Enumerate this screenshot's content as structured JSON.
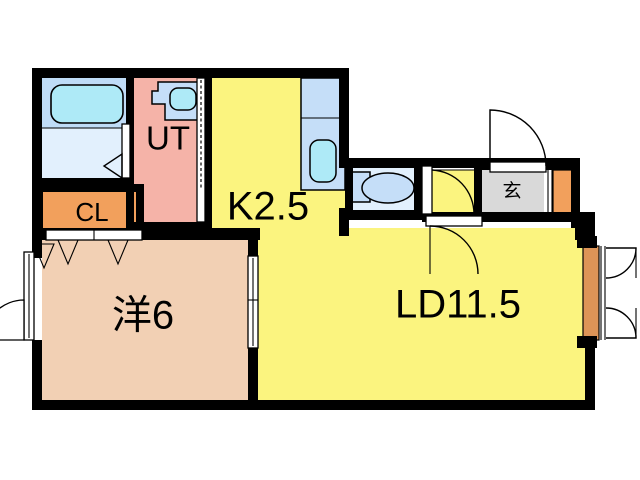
{
  "plan": {
    "title": "Apartment Floor Plan",
    "background": "#ffffff",
    "wall_color": "#000000"
  },
  "rooms": [
    {
      "key": "bath",
      "label": "",
      "name": "bathroom",
      "fill": "#e2f0fd"
    },
    {
      "key": "ut",
      "label": "UT",
      "name": "utility-washroom",
      "fill": "#f5b3a8"
    },
    {
      "key": "kitchen",
      "label": "K2.5",
      "name": "kitchen",
      "fill": "#fbf47f"
    },
    {
      "key": "closet",
      "label": "CL",
      "name": "closet",
      "fill": "#f2a05c"
    },
    {
      "key": "western",
      "label": "洋6",
      "name": "western-room",
      "fill": "#f2d0b4"
    },
    {
      "key": "living",
      "label": "LD11.5",
      "name": "living-dining",
      "fill": "#fbf47f"
    },
    {
      "key": "genkan",
      "label": "玄",
      "name": "entrance-hall",
      "fill": "#d9d9d9"
    },
    {
      "key": "wc",
      "label": "",
      "name": "toilet-room",
      "fill": "#e2f0fd"
    }
  ],
  "labels": {
    "ut": "UT",
    "kitchen": "K2.5",
    "closet": "CL",
    "western": "洋6",
    "living": "LD11.5",
    "genkan": "玄"
  },
  "fixtures": [
    {
      "name": "bathtub",
      "room": "bathroom"
    },
    {
      "name": "washbasin",
      "room": "utility-washroom"
    },
    {
      "name": "kitchen-sink",
      "room": "kitchen"
    },
    {
      "name": "toilet",
      "room": "toilet-room"
    },
    {
      "name": "shoe-cabinet",
      "room": "entrance-hall"
    },
    {
      "name": "balcony-window",
      "room": "living-dining"
    }
  ],
  "colors": {
    "wall": "#000000",
    "bath": "#e2f0fd",
    "tub": "#aeeaf7",
    "utility": "#f5b3a8",
    "kitchen": "#fbf47f",
    "living": "#fbf47f",
    "western": "#f2d0b4",
    "closet": "#f2a05c",
    "genkan": "#d9d9d9",
    "balcony": "#dd9457"
  }
}
